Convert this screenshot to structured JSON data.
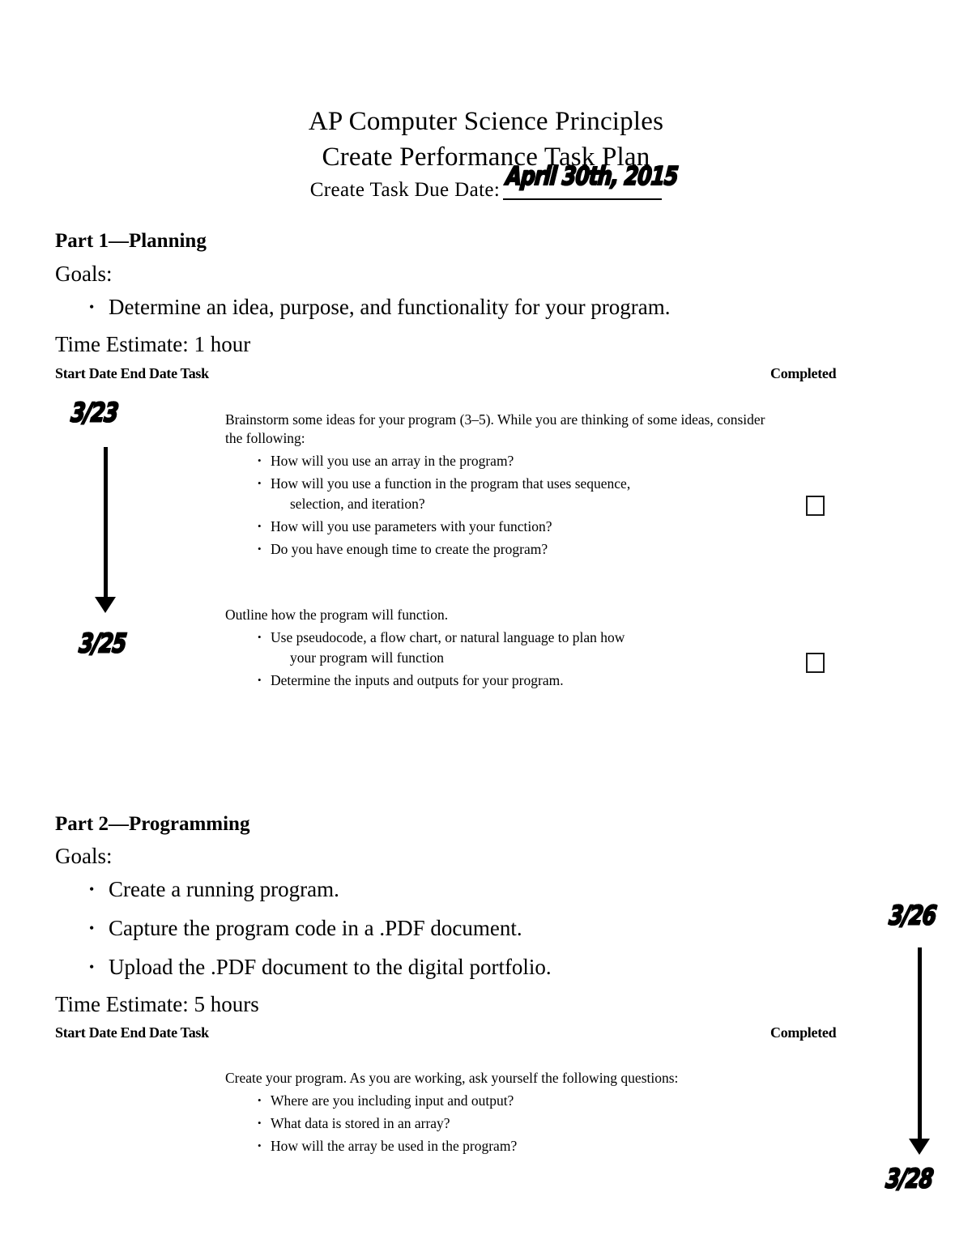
{
  "document": {
    "title_line_1": "AP Computer Science Principles",
    "title_line_2": "Create Performance Task Plan",
    "due_date_label": "Create Task Due Date:",
    "due_date_value": "April 30th, 2015"
  },
  "table_headers": {
    "left": "Start Date End Date Task",
    "right": "Completed"
  },
  "parts": [
    {
      "heading": "Part 1—Planning",
      "goals_label": "Goals:",
      "goals": [
        "Determine an idea, purpose, and functionality for your program."
      ],
      "time_estimate": "Time Estimate: 1 hour",
      "timeline": {
        "start_date": "3/23",
        "end_date": "3/25"
      },
      "tasks": [
        {
          "lead": "Brainstorm some ideas for your program (3–5). While you are thinking of some ideas, consider the following:",
          "bullets": [
            {
              "text": "How will you use an array in the program?",
              "continuation": ""
            },
            {
              "text": "How will you use a function in the program that uses sequence,",
              "continuation": "selection, and iteration?"
            },
            {
              "text": "How will you use parameters with your function?",
              "continuation": ""
            },
            {
              "text": "Do you have enough time to create the program?",
              "continuation": ""
            }
          ],
          "completed": false
        },
        {
          "lead": "Outline how the program will function.",
          "bullets": [
            {
              "text": "Use pseudocode, a flow chart, or natural language to plan how",
              "continuation": "your program will function"
            },
            {
              "text": "Determine the inputs and outputs for your program.",
              "continuation": ""
            }
          ],
          "completed": false
        }
      ]
    },
    {
      "heading": "Part 2—Programming",
      "goals_label": "Goals:",
      "goals": [
        "Create a running program.",
        "Capture the program code in a .PDF document.",
        "Upload the .PDF document to the digital portfolio."
      ],
      "time_estimate": "Time Estimate: 5 hours",
      "timeline": {
        "start_date": "3/26",
        "end_date": "3/28"
      },
      "tasks": [
        {
          "lead": "Create your program. As you are working, ask yourself the following questions:",
          "bullets": [
            {
              "text": "Where are you including input and output?",
              "continuation": ""
            },
            {
              "text": "What data is stored in an array?",
              "continuation": ""
            },
            {
              "text": "How will the array be used in the program?",
              "continuation": ""
            }
          ],
          "completed": false
        }
      ]
    }
  ],
  "colors": {
    "ink": "#000000",
    "page": "#ffffff"
  }
}
